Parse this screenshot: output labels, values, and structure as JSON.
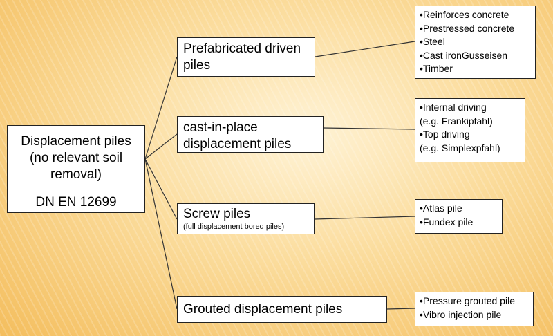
{
  "root": {
    "title_lines": [
      "Displacement piles",
      "(no relevant soil",
      "removal)"
    ],
    "standard": "DN EN 12699"
  },
  "branches": [
    {
      "title_lines": [
        "Prefabricated driven",
        "piles"
      ],
      "subtitle": "",
      "items": [
        "•Reinforces concrete",
        "•Prestressed concrete",
        "•Steel",
        "•Cast ironGusseisen",
        "•Timber"
      ]
    },
    {
      "title_lines": [
        "cast-in-place",
        "displacement piles"
      ],
      "subtitle": "",
      "items": [
        "•Internal driving",
        "(e.g. Frankipfahl)",
        "•Top driving",
        "(e.g. Simplexpfahl)"
      ]
    },
    {
      "title_lines": [
        "Screw piles"
      ],
      "subtitle": "(full displacement bored piles)",
      "items": [
        "•Atlas pile",
        "•Fundex pile"
      ]
    },
    {
      "title_lines": [
        "Grouted displacement piles"
      ],
      "subtitle": "",
      "items": [
        "•Pressure grouted pile",
        "•Vibro injection pile"
      ]
    }
  ]
}
